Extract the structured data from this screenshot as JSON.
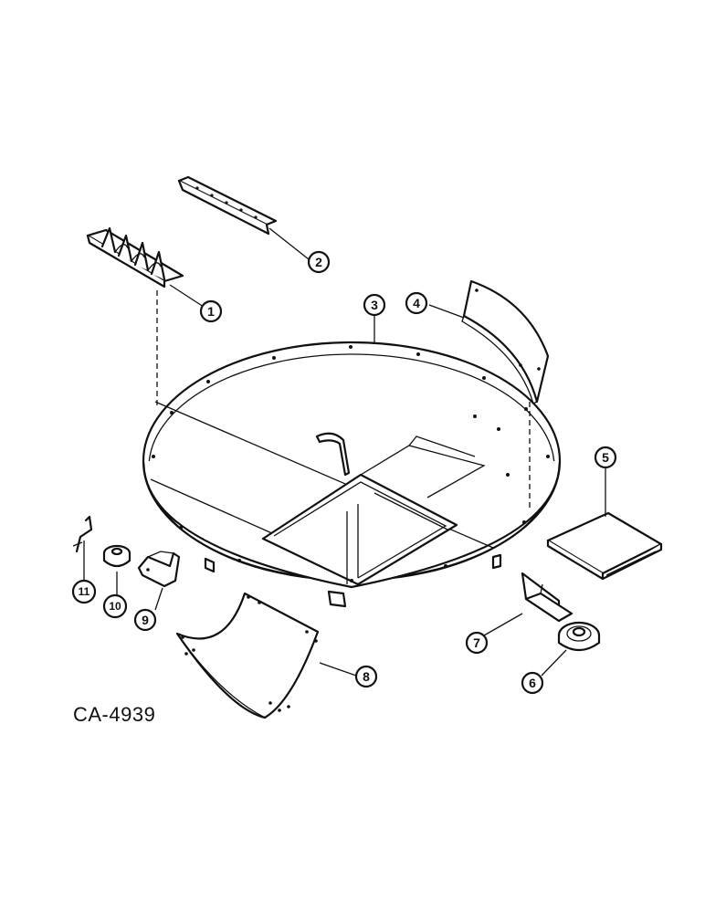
{
  "figure_code": "CA-4939",
  "callouts": [
    "1",
    "2",
    "3",
    "4",
    "5",
    "6",
    "7",
    "8",
    "9",
    "10",
    "11"
  ]
}
